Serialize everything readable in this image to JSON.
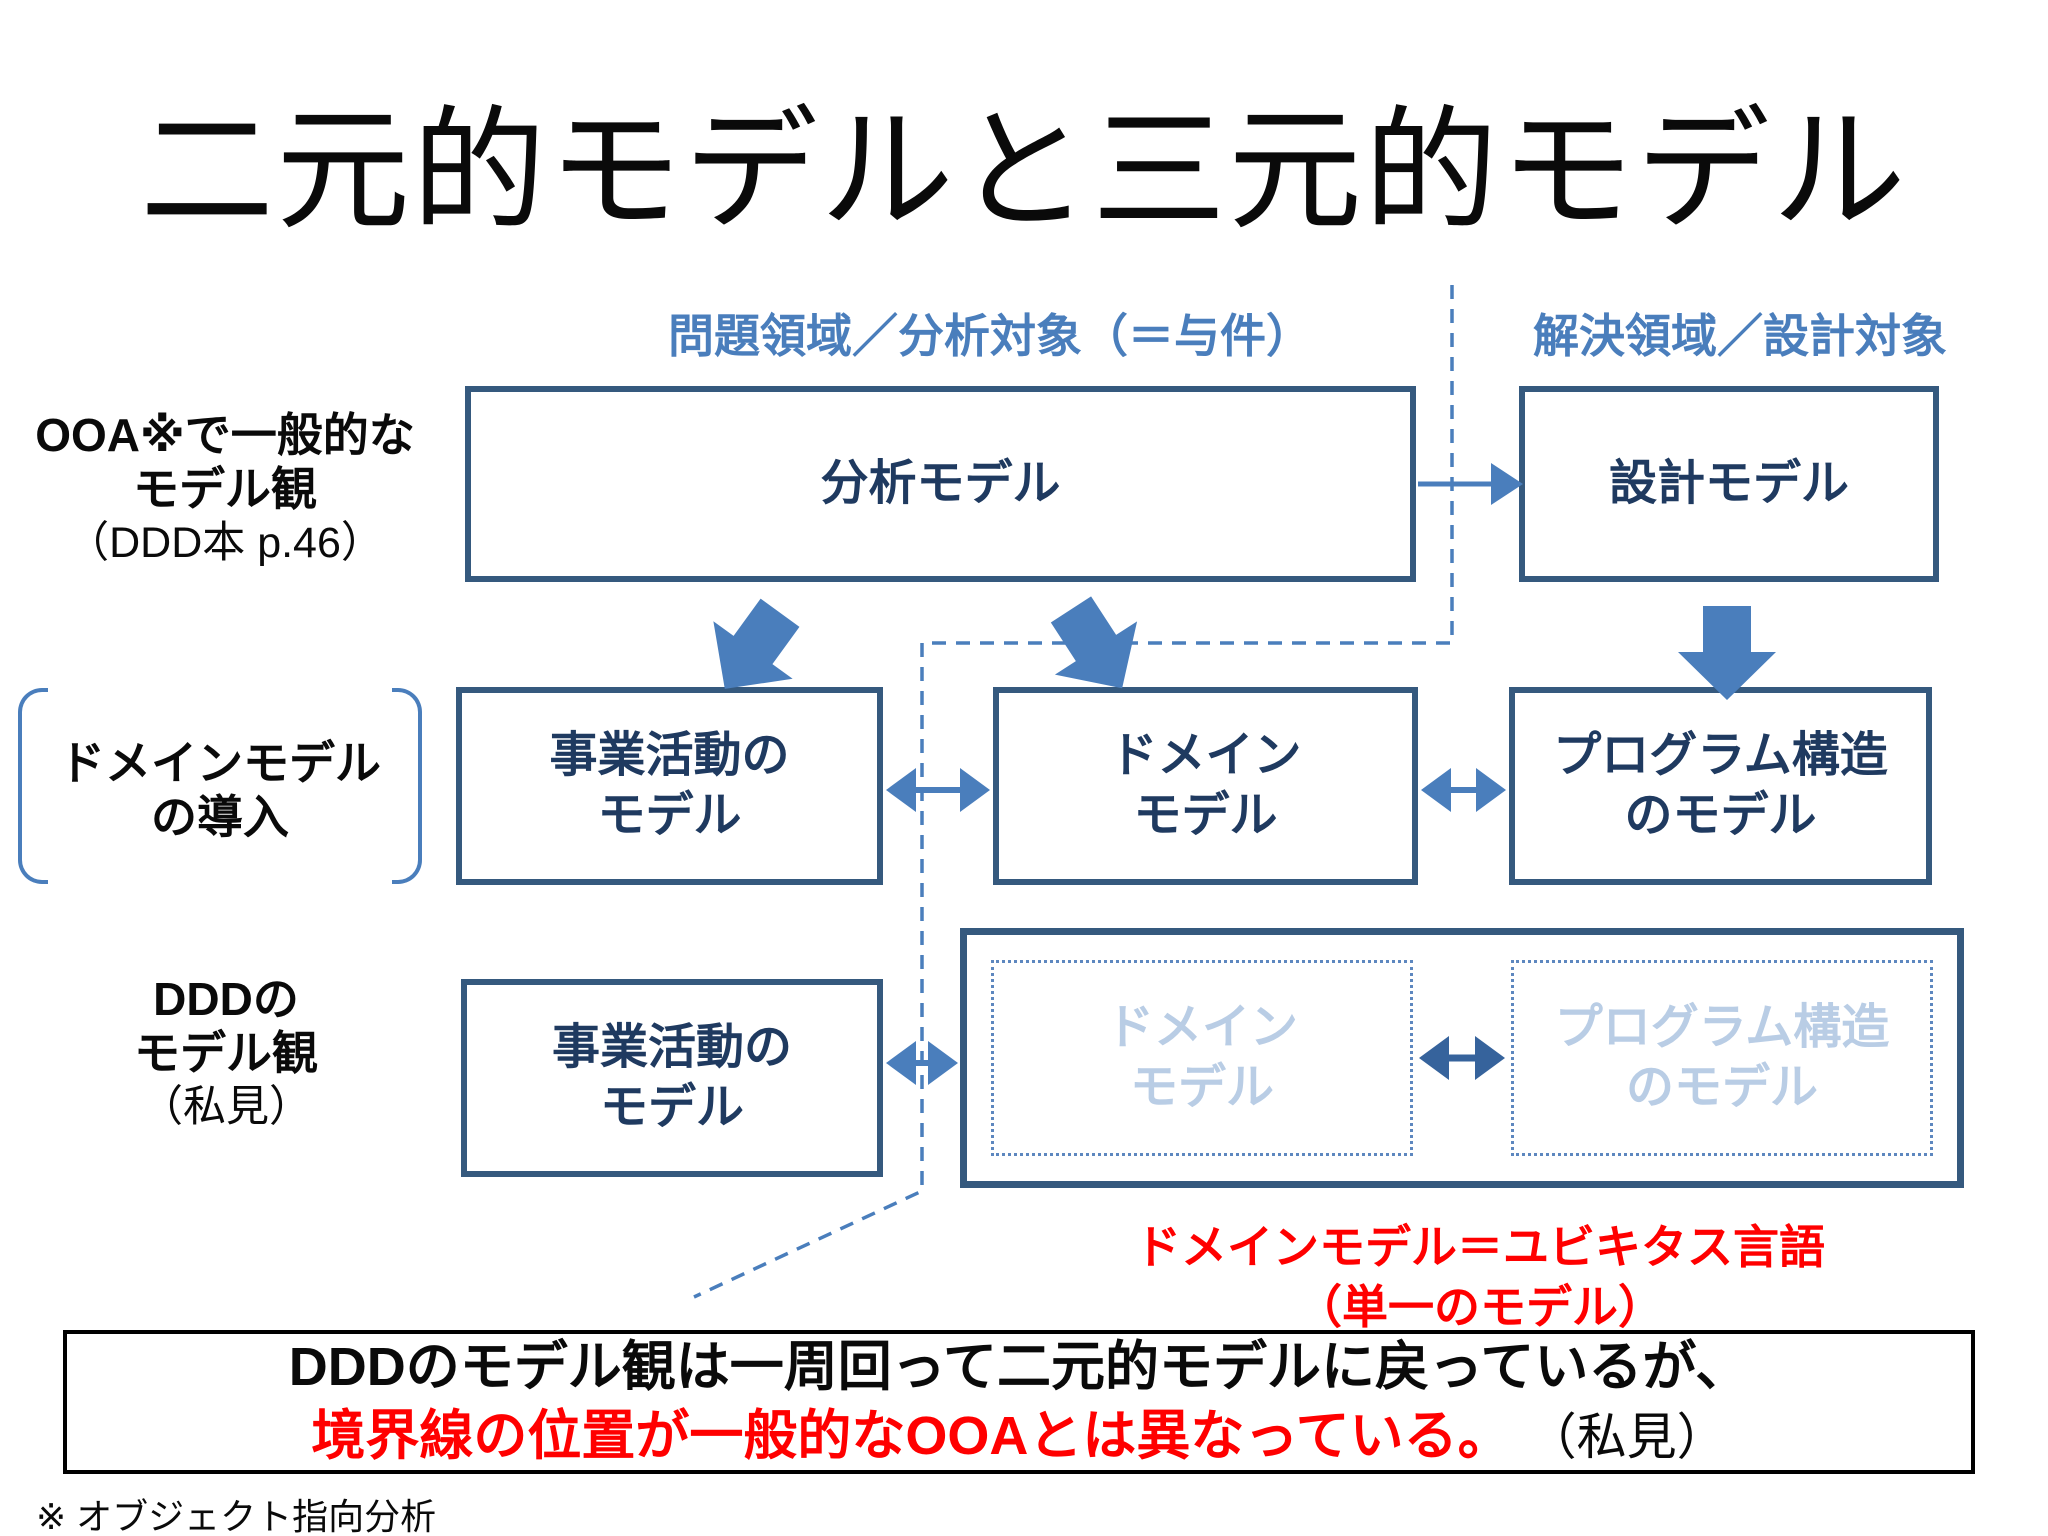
{
  "title": "二元的モデルと三元的モデル",
  "headers": {
    "problem": "問題領域／分析対象（＝与件）",
    "solution": "解決領域／設計対象"
  },
  "left_labels": {
    "ooa": {
      "line1": "OOA※で一般的な",
      "line2": "モデル観",
      "line3": "（DDD本 p.46）"
    },
    "domain_intro": {
      "line1": "ドメインモデル",
      "line2": "の導入"
    },
    "ddd_view": {
      "line1": "DDDの",
      "line2": "モデル観",
      "line3": "（私見）"
    }
  },
  "diagram": {
    "row1": {
      "analysis": "分析モデル",
      "design": "設計モデル"
    },
    "row2": {
      "business": {
        "line1": "事業活動の",
        "line2": "モデル"
      },
      "domain": {
        "line1": "ドメイン",
        "line2": "モデル"
      },
      "program": {
        "line1": "プログラム構造",
        "line2": "のモデル"
      }
    },
    "row3": {
      "business": {
        "line1": "事業活動の",
        "line2": "モデル"
      },
      "domain_ghost": {
        "line1": "ドメイン",
        "line2": "モデル"
      },
      "program_ghost": {
        "line1": "プログラム構造",
        "line2": "のモデル"
      }
    }
  },
  "annotations": {
    "ubiquitous": {
      "line1": "ドメインモデル＝ユビキタス言語",
      "line2": "（単一のモデル）"
    },
    "conclusion": {
      "line1": "DDDのモデル観は一周回って二元的モデルに戻っているが、",
      "line2_red": "境界線の位置が一般的なOOAとは異なっている。",
      "line2_suffix": "（私見）"
    },
    "footnote": "※ オブジェクト指向分析"
  },
  "colors": {
    "accent_blue": "#4a7ebc",
    "border_navy": "#35597e",
    "text_navy": "#1f3a60",
    "ghost_blue": "#b9cde5",
    "red": "#ff0000",
    "black": "#0a0a0a"
  }
}
